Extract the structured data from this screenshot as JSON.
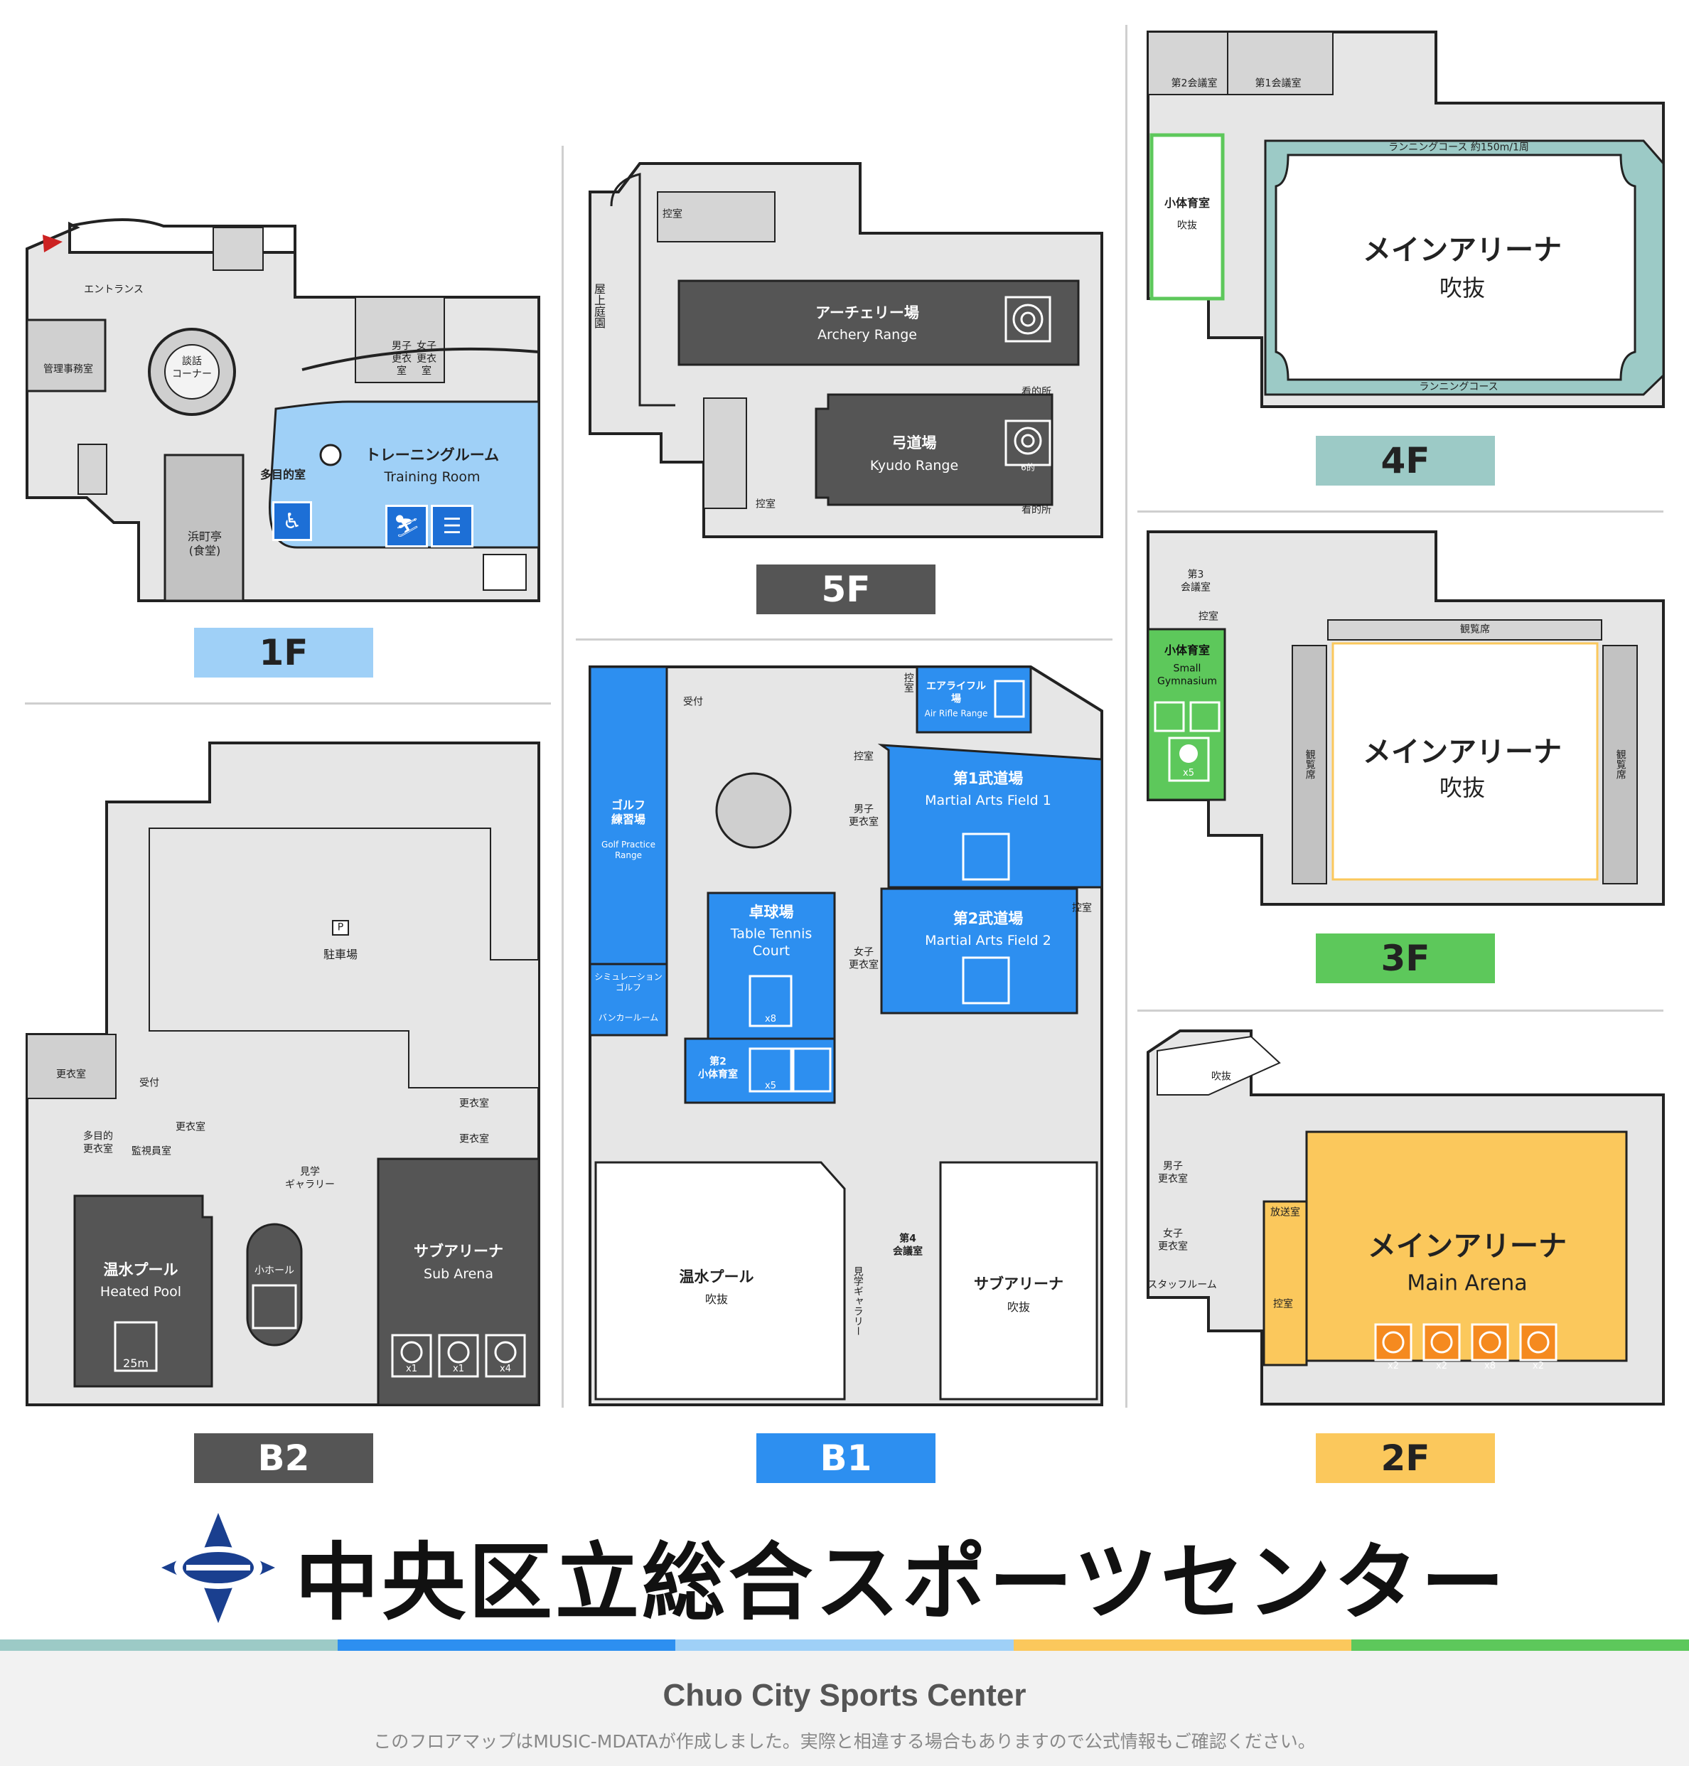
{
  "title": {
    "jp": "中央区立総合スポーツセンター",
    "en": "Chuo City Sports Center",
    "disclaimer": "このフロアマップはMUSIC-MDATAが作成しました。実際と相違する場合もありますので公式情報もご確認ください。"
  },
  "colors": {
    "f1": "#9fd0f7",
    "f5": "#555555",
    "f4": "#9ccac6",
    "f3": "#5dc85b",
    "b2": "#555555",
    "b1": "#2d8ff0",
    "f2": "#fbc85c",
    "stripe": [
      "#9ccac6",
      "#2d8ff0",
      "#9fd0f7",
      "#fbc85c",
      "#5dc85b"
    ]
  },
  "floors": {
    "f1": {
      "label": "1F",
      "entrance": "エントランス",
      "admin": "管理事務室",
      "lounge": "談話\nコーナー",
      "male_locker": "男子\n更衣\n室",
      "female_locker": "女子\n更衣\n室",
      "restaurant": "浜町亭\n(食堂)",
      "multi_room": "多目的室",
      "training_jp": "トレーニングルーム",
      "training_en": "Training Room"
    },
    "f5": {
      "label": "5F",
      "control1": "控室",
      "roof_garden": "屋上庭園",
      "archery_jp": "アーチェリー場",
      "archery_en": "Archery Range",
      "kyudo_jp": "弓道場",
      "kyudo_en": "Kyudo Range",
      "kyudo_targets": "6的",
      "target_area_top": "看的所",
      "target_area_bottom": "看的所",
      "control2": "控室"
    },
    "f4": {
      "label": "4F",
      "meeting2": "第2会議室",
      "meeting1": "第1会議室",
      "small_gym": "小体育室",
      "small_gym_sub": "吹抜",
      "running_top": "ランニングコース 約150m/1周",
      "running_bottom": "ランニングコース",
      "arena_jp": "メインアリーナ",
      "arena_sub": "吹抜"
    },
    "f3": {
      "label": "3F",
      "meeting3": "第3\n会議室",
      "control": "控室",
      "small_gym_jp": "小体育室",
      "small_gym_en": "Small\nGymnasium",
      "table_count": "x5",
      "stand_top": "観覧席",
      "stand_left": "観覧席",
      "stand_right": "観覧席",
      "arena_jp": "メインアリーナ",
      "arena_sub": "吹抜"
    },
    "f2": {
      "label": "2F",
      "void": "吹抜",
      "male_locker": "男子\n更衣室",
      "female_locker": "女子\n更衣室",
      "staff_room": "スタッフルーム",
      "broadcast": "放送室",
      "control": "控室",
      "arena_jp": "メインアリーナ",
      "arena_en": "Main Arena",
      "counts": [
        "x2",
        "x2",
        "x8",
        "x2"
      ]
    },
    "b2": {
      "label": "B2",
      "parking_icon": "P",
      "parking": "駐車場",
      "locker1": "更衣室",
      "reception": "受付",
      "locker2": "更衣室",
      "monitor": "監視員室",
      "multi_locker": "多目的\n更衣室",
      "locker3": "更衣室",
      "locker4": "更衣室",
      "gallery": "見学\nギャラリー",
      "pool_jp": "温水プール",
      "pool_en": "Heated Pool",
      "pool_len": "25m",
      "small_hall": "小ホール",
      "sub_arena_jp": "サブアリーナ",
      "sub_arena_en": "Sub Arena",
      "counts": [
        "x1",
        "x1",
        "x4"
      ]
    },
    "b1": {
      "label": "B1",
      "reception": "受付",
      "control1": "控室",
      "air_rifle_jp": "エアライフル\n場",
      "air_rifle_en": "Air Rifle Range",
      "golf_jp": "ゴルフ\n練習場",
      "golf_en": "Golf Practice\nRange",
      "sim_golf": "シミュレーション\nゴルフ",
      "bunker": "バンカールーム",
      "control2": "控室",
      "male_locker": "男子\n更衣室",
      "female_locker": "女子\n更衣室",
      "budo1_jp": "第1武道場",
      "budo1_en": "Martial Arts Field 1",
      "budo2_jp": "第2武道場",
      "budo2_en": "Martial Arts Field 2",
      "control3": "控室",
      "tt_jp": "卓球場",
      "tt_en": "Table Tennis\nCourt",
      "tt_count": "x8",
      "small_gym2": "第2\n小体育室",
      "small_gym2_count": "x5",
      "pool_jp": "温水プール",
      "pool_sub": "吹抜",
      "gallery": "見学ギャラリー",
      "meeting4": "第4\n会議室",
      "sub_arena_jp": "サブアリーナ",
      "sub_arena_sub": "吹抜"
    }
  }
}
